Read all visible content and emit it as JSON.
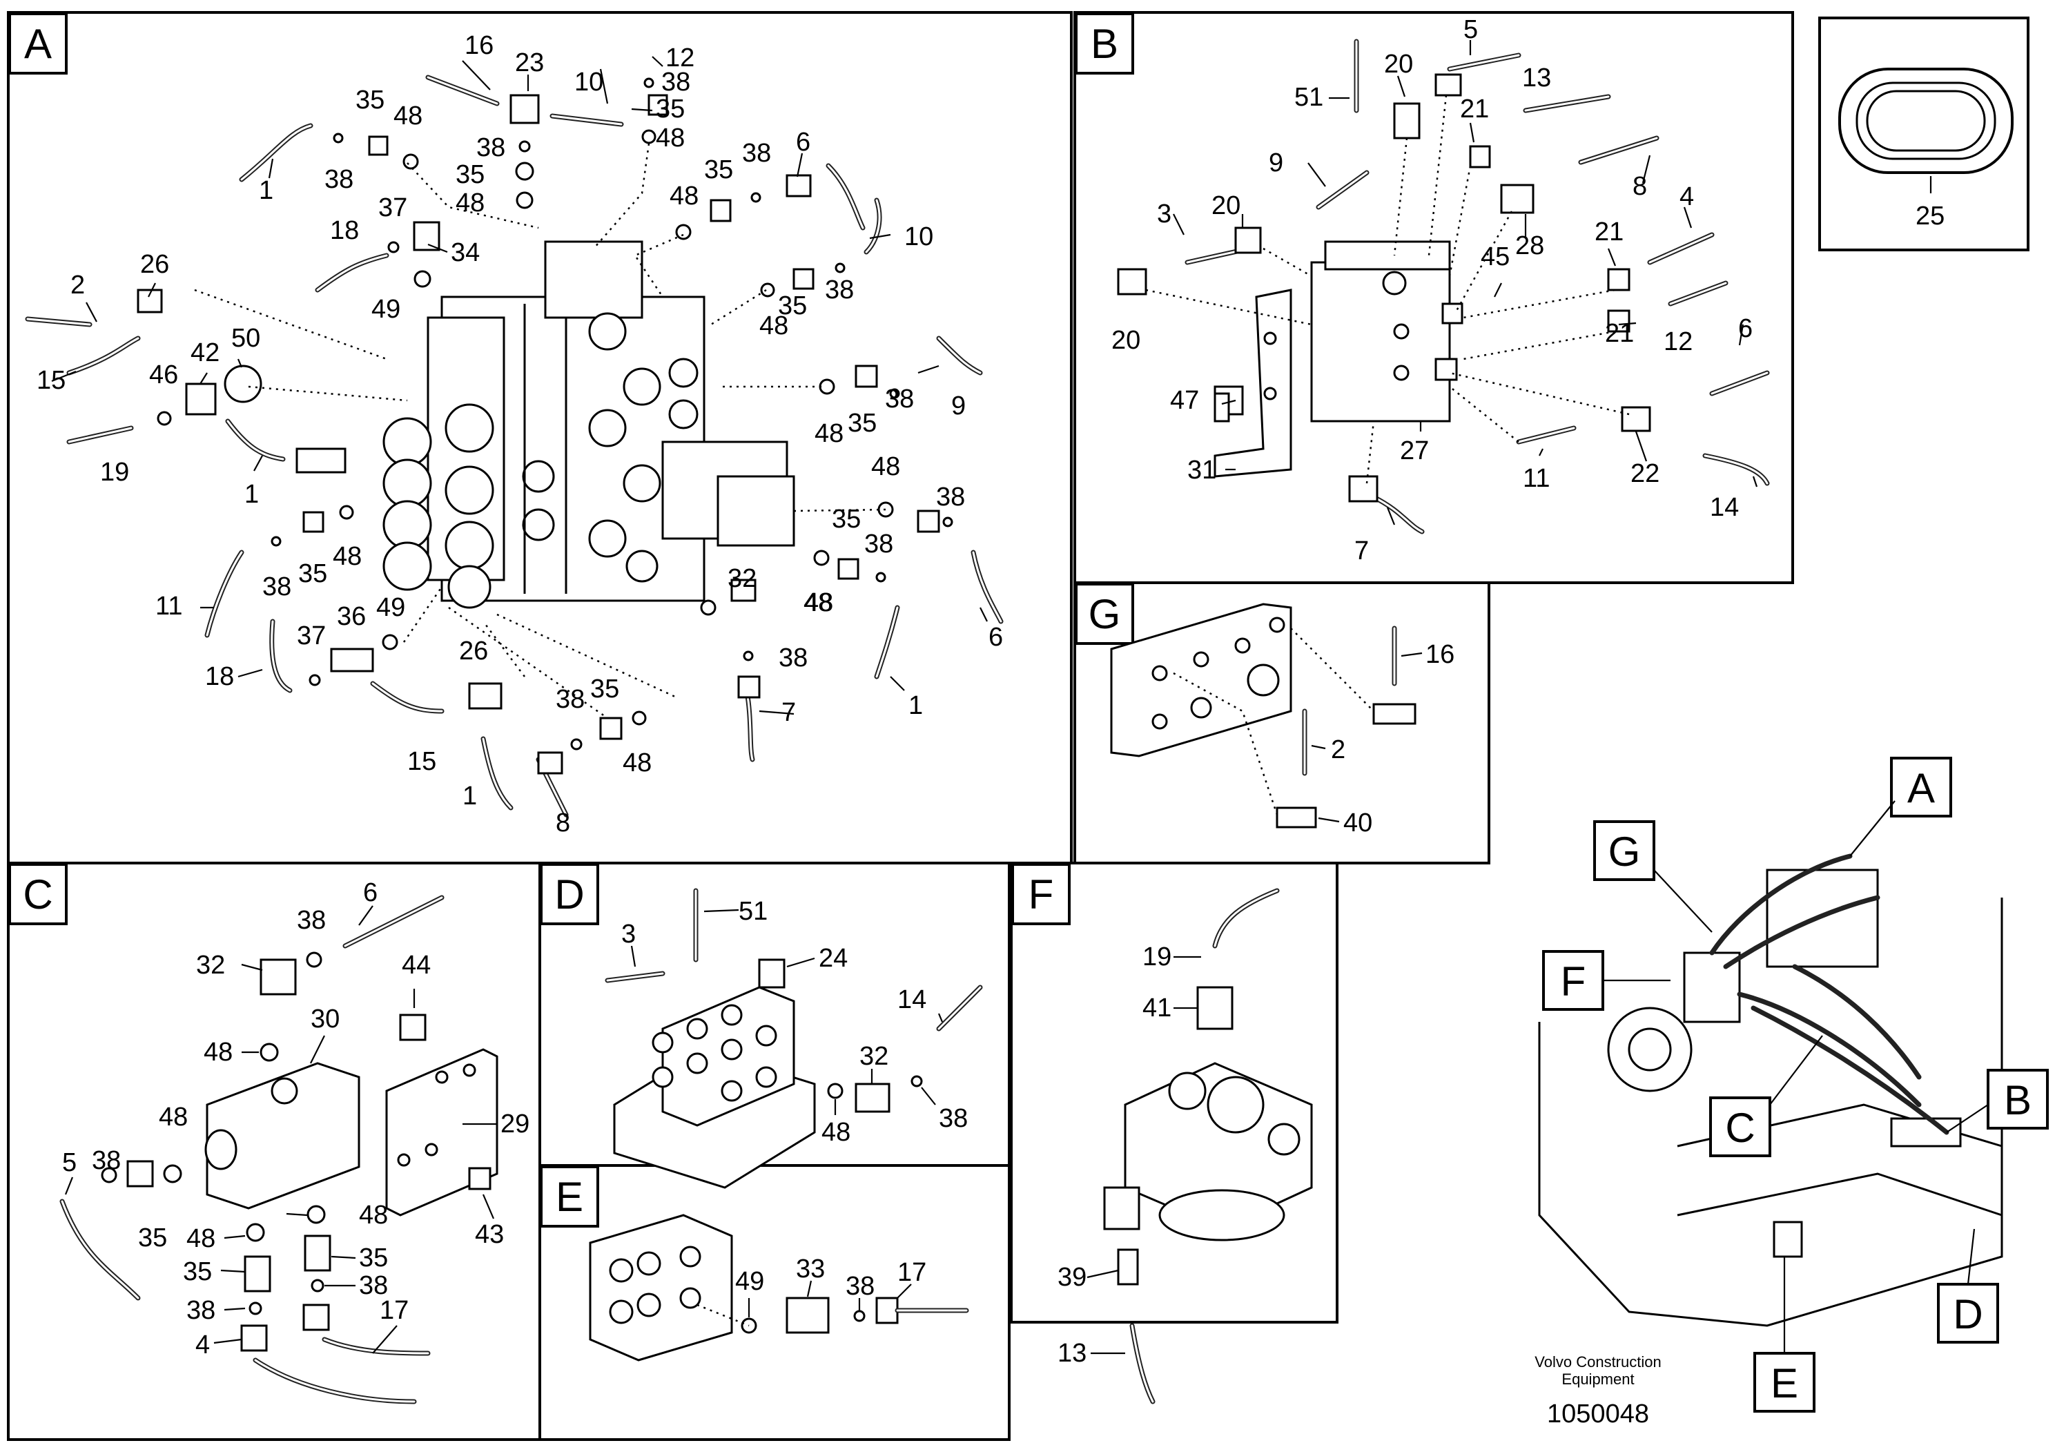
{
  "panels": [
    {
      "id": "A",
      "label": "A"
    },
    {
      "id": "B",
      "label": "B"
    },
    {
      "id": "C",
      "label": "C"
    },
    {
      "id": "D",
      "label": "D"
    },
    {
      "id": "E",
      "label": "E"
    },
    {
      "id": "F",
      "label": "F"
    },
    {
      "id": "G",
      "label": "G"
    }
  ],
  "callouts": {
    "A": [
      "16",
      "23",
      "12",
      "38",
      "35",
      "10",
      "48",
      "38",
      "35",
      "48",
      "48",
      "35",
      "38",
      "6",
      "10",
      "35",
      "38",
      "1",
      "48",
      "37",
      "18",
      "34",
      "49",
      "26",
      "2",
      "15",
      "50",
      "42",
      "46",
      "19",
      "1",
      "48",
      "35",
      "38",
      "9",
      "48",
      "35",
      "38",
      "48",
      "38",
      "6",
      "32",
      "48",
      "38",
      "38",
      "35",
      "48",
      "11",
      "38",
      "35",
      "48",
      "49",
      "36",
      "37",
      "18",
      "26",
      "15",
      "1",
      "38",
      "35",
      "48",
      "8",
      "7",
      "1"
    ],
    "B": [
      "5",
      "51",
      "20",
      "13",
      "21",
      "9",
      "8",
      "3",
      "20",
      "28",
      "21",
      "4",
      "45",
      "20",
      "21",
      "12",
      "47",
      "27",
      "22",
      "6",
      "31",
      "11",
      "14",
      "7"
    ],
    "C": [
      "38",
      "6",
      "32",
      "44",
      "30",
      "48",
      "29",
      "5",
      "38",
      "48",
      "35",
      "43",
      "48",
      "48",
      "35",
      "35",
      "38",
      "38",
      "4",
      "17"
    ],
    "D": [
      "51",
      "3",
      "24",
      "14",
      "32",
      "48",
      "38"
    ],
    "E": [
      "49",
      "33",
      "38",
      "17"
    ],
    "F": [
      "19",
      "41",
      "39",
      "13"
    ],
    "G": [
      "16",
      "2",
      "40"
    ],
    "inset": [
      "25"
    ]
  },
  "overview_tags": [
    "A",
    "G",
    "F",
    "B",
    "C",
    "D",
    "E"
  ],
  "footer": {
    "brand_line1": "Volvo Construction",
    "brand_line2": "Equipment",
    "drawing_number": "1050048"
  }
}
